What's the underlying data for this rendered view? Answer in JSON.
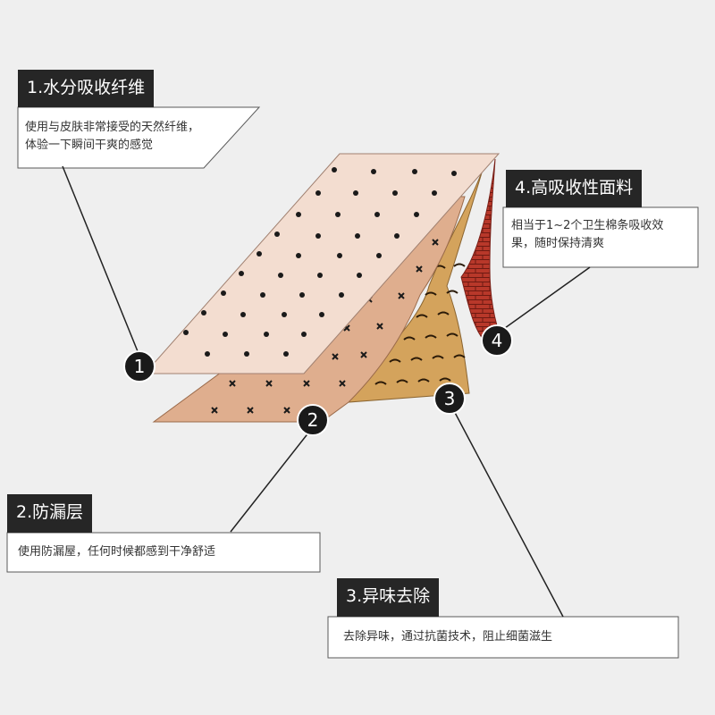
{
  "colors": {
    "background": "#efefef",
    "title_bg": "#262626",
    "layer1": "#f3ddd0",
    "layer2": "#dfae8e",
    "layer3": "#d4a35c",
    "layer4": "#b8382a",
    "badge": "#1a1a1a"
  },
  "layers": [
    {
      "num": "1",
      "title": "1.水分吸收纤维",
      "desc": [
        "使用与皮肤非常接受的天然纤维，",
        "体验一下瞬间干爽的感觉"
      ]
    },
    {
      "num": "2",
      "title": "2.防漏层",
      "desc": [
        "使用防漏屋，任何时候都感到干净舒适"
      ]
    },
    {
      "num": "3",
      "title": "3.异味去除",
      "desc": [
        "去除异味，通过抗菌技术，阻止细菌滋生"
      ]
    },
    {
      "num": "4",
      "title": "4.高吸收性面料",
      "desc": [
        "相当于1~2个卫生棉条吸收效",
        "果，随时保持清爽"
      ]
    }
  ]
}
